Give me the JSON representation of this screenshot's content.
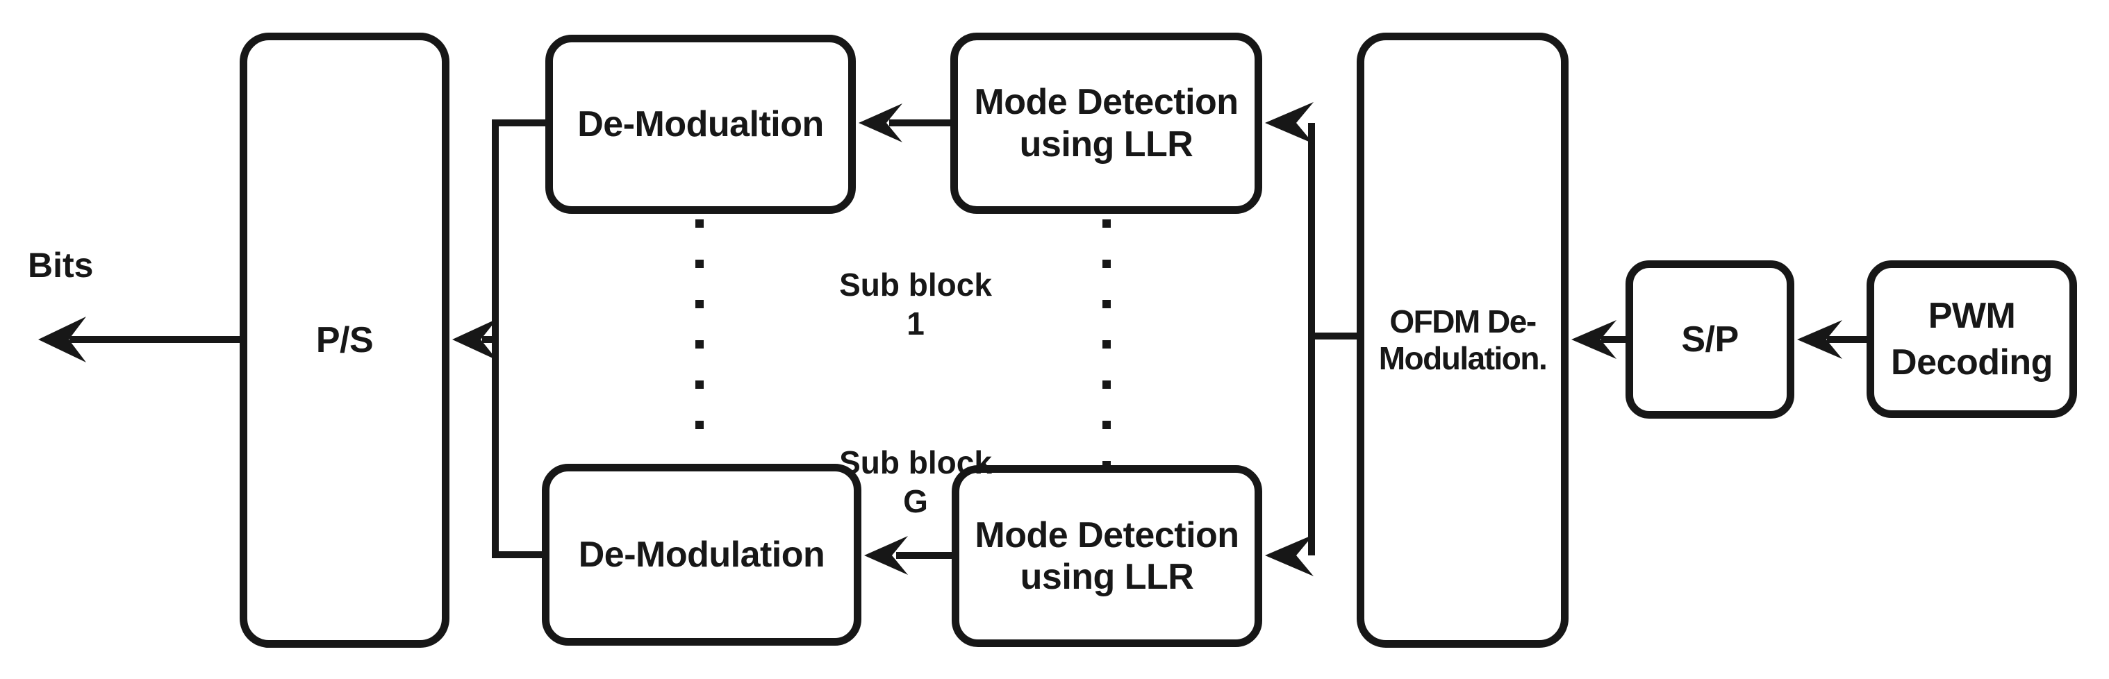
{
  "colors": {
    "ink": "#171717",
    "background": "#ffffff"
  },
  "labels": {
    "bits": "Bits",
    "sub_block_top": {
      "lines": [
        "Sub block",
        "1"
      ]
    },
    "sub_block_bottom": {
      "lines": [
        "Sub block",
        "G"
      ]
    }
  },
  "blocks": {
    "parallel_to_serial": {
      "lines": [
        "P/S"
      ]
    },
    "demodulation_top": {
      "lines": [
        "De-Modualtion"
      ]
    },
    "demodulation_bottom": {
      "lines": [
        "De-Modulation"
      ]
    },
    "mode_detection_top": {
      "lines": [
        "Mode Detection",
        "using LLR"
      ]
    },
    "mode_detection_bottom": {
      "lines": [
        "Mode Detection",
        "using LLR"
      ]
    },
    "ofdm_demodulation": {
      "lines": [
        "OFDM De-",
        "Modulation."
      ]
    },
    "serial_to_parallel": {
      "lines": [
        "S/P"
      ]
    },
    "pwm_decoding": {
      "lines": [
        "PWM",
        "Decoding"
      ]
    }
  }
}
